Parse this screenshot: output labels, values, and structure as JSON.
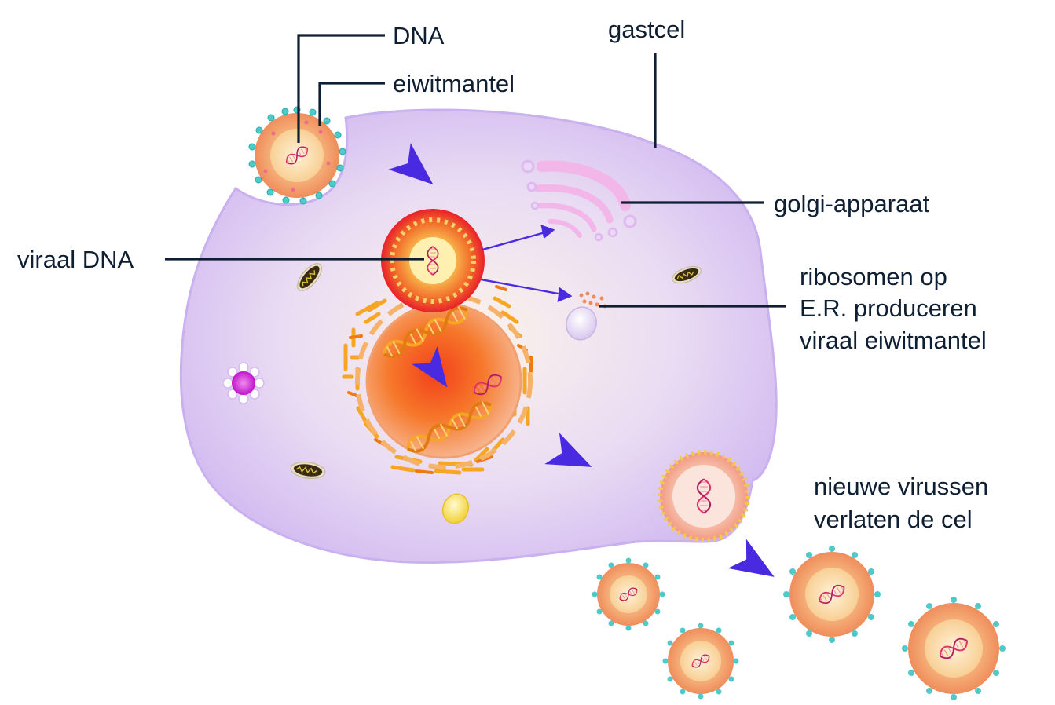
{
  "labels": {
    "dna": "DNA",
    "eiwitmantel": "eiwitmantel",
    "gastcel": "gastcel",
    "golgi": "golgi-apparaat",
    "viraal_dna": "viraal DNA",
    "ribosomen_line1": "ribosomen op",
    "ribosomen_line2": "E.R. produceren",
    "ribosomen_line3": "viraal eiwitmantel",
    "nieuwe_line1": "nieuwe virussen",
    "nieuwe_line2": "verlaten de cel"
  },
  "colors": {
    "cell_fill": "#dcc8f4",
    "cell_edge": "#c9b0ee",
    "virus_coat": "#f2a96e",
    "virus_core": "#f8dfa0",
    "spike": "#4fc9c9",
    "nucleus": "#f27a1c",
    "arrow": "#4a2ae0",
    "label": "#0f1f33"
  }
}
